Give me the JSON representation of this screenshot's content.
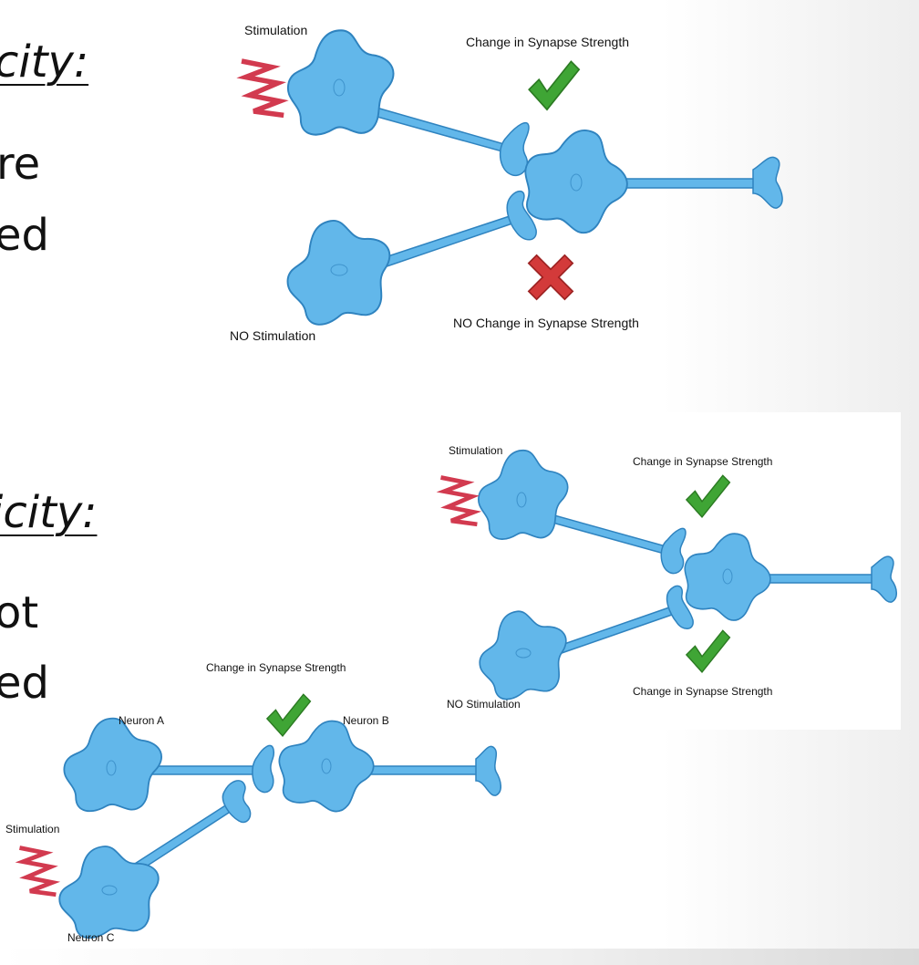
{
  "slide": {
    "heading_top": "city:",
    "line_top_1": "re",
    "line_top_2": "ed",
    "heading_bottom": "icity:",
    "line_bottom_1": "ot",
    "line_bottom_2": "ed"
  },
  "diagram_top": {
    "stimulation_label": "Stimulation",
    "change_label": "Change in Synapse Strength",
    "no_stimulation_label": "NO Stimulation",
    "no_change_label": "NO Change in Synapse Strength"
  },
  "diagram_right": {
    "stimulation_label": "Stimulation",
    "change_label_top": "Change in Synapse Strength",
    "no_stimulation_label": "NO Stimulation",
    "change_label_bottom": "Change in Synapse Strength"
  },
  "diagram_bottom": {
    "change_label": "Change in Synapse Strength",
    "neuron_a_label": "Neuron A",
    "neuron_b_label": "Neuron B",
    "stimulation_label": "Stimulation",
    "neuron_c_label": "Neuron C"
  },
  "colors": {
    "neuron_fill": "#62b7ea",
    "stimulation_bolt": "#d23a4f",
    "check": "#3fa535",
    "cross": "#d33a3a"
  }
}
